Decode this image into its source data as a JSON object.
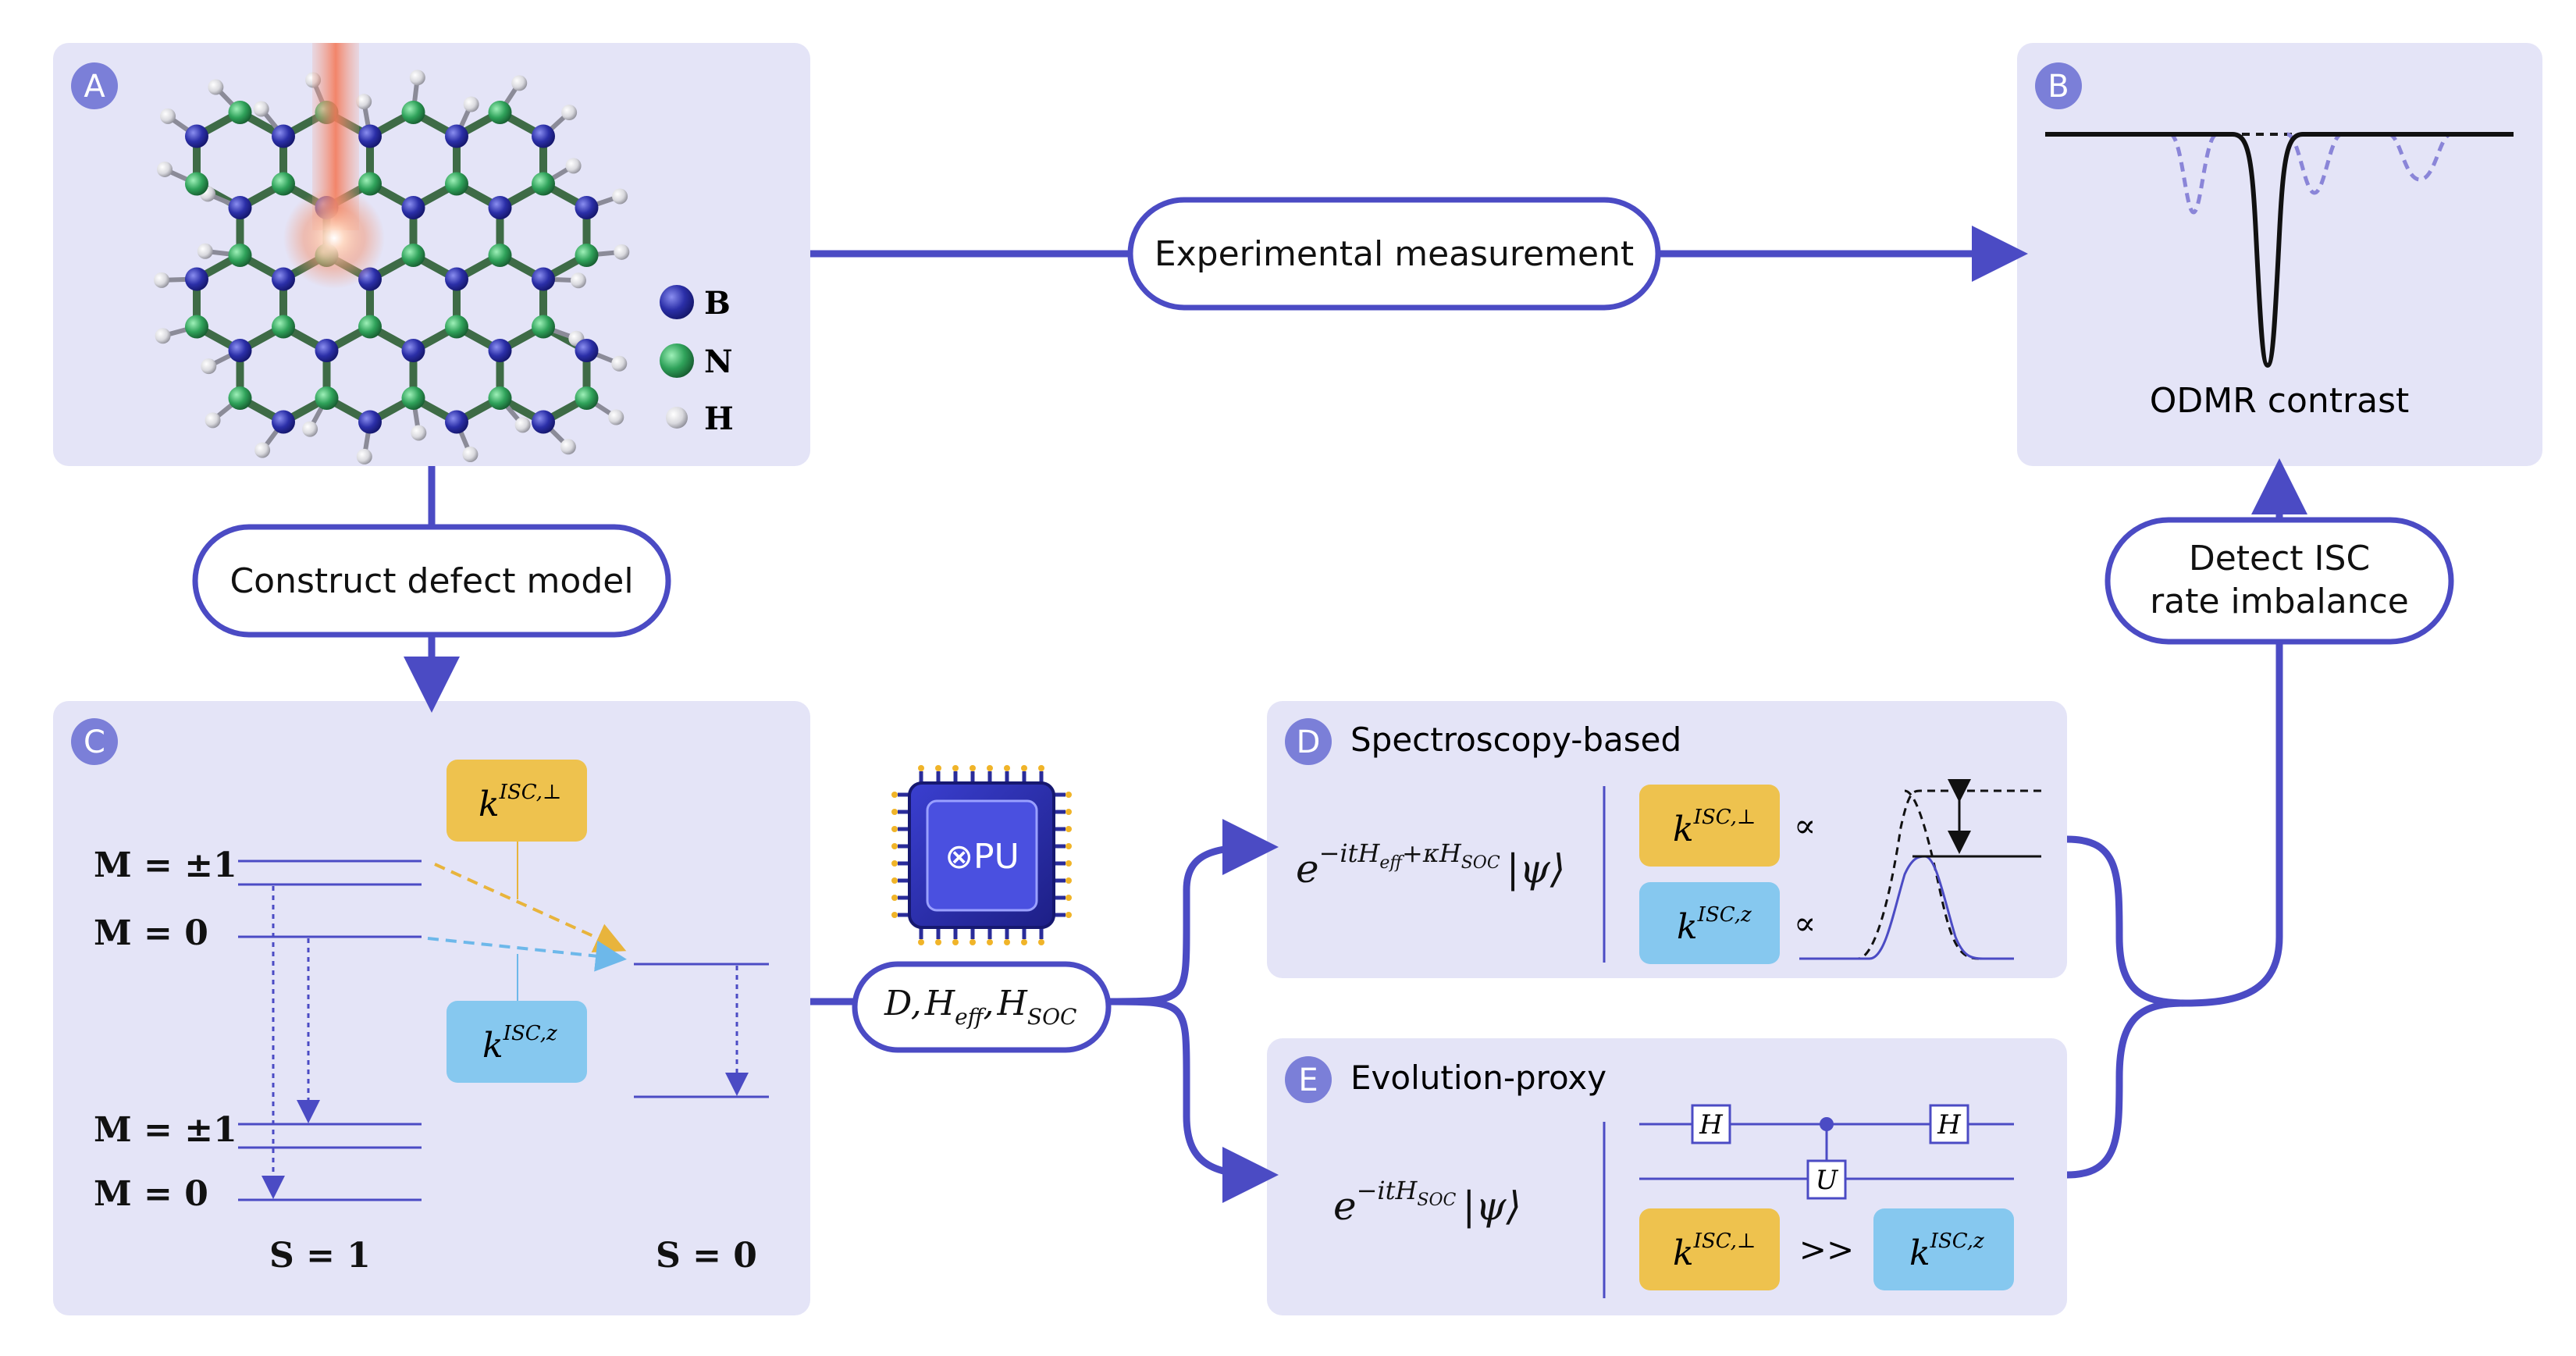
{
  "panels": {
    "a": {
      "badge": "A",
      "legend": [
        {
          "symbol": "B",
          "color": "#2b2fa8"
        },
        {
          "symbol": "N",
          "color": "#2fa25a"
        },
        {
          "symbol": "H",
          "color": "#d9d9de"
        }
      ]
    },
    "b": {
      "badge": "B",
      "caption": "ODMR contrast"
    },
    "c": {
      "badge": "C",
      "left_levels": {
        "top_pm1": "M = ±1",
        "top_0": "M = 0",
        "bot_pm1": "M = ±1",
        "bot_0": "M = 0",
        "spin": "S = 1"
      },
      "right_spin": "S = 0",
      "k_perp": {
        "k": "k",
        "sup": "ISC,⊥"
      },
      "k_z": {
        "k": "k",
        "sup": "ISC,z"
      }
    },
    "d": {
      "badge": "D",
      "title": "Spectroscopy-based",
      "prop": "∝",
      "k_perp": {
        "k": "k",
        "sup": "ISC,⊥"
      },
      "k_z": {
        "k": "k",
        "sup": "ISC,z"
      }
    },
    "e": {
      "badge": "E",
      "title": "Evolution-proxy",
      "gate_h": "H",
      "gate_u": "U",
      "compare": ">>",
      "k_perp": {
        "k": "k",
        "sup": "ISC,⊥"
      },
      "k_z": {
        "k": "k",
        "sup": "ISC,z"
      }
    }
  },
  "pills": {
    "experimental": "Experimental measurement",
    "construct": "Construct defect model",
    "detect_line1": "Detect ISC",
    "detect_line2": "rate imbalance",
    "hamiltonian": {
      "D": "D",
      "sep": ",",
      "H": "H",
      "eff": "eff",
      "soc": "SOC"
    }
  },
  "qpu": {
    "label": "⊗PU"
  },
  "formulas": {
    "spectroscopy": {
      "e": "e",
      "exp_a": "−itH",
      "exp_sub_a": "eff",
      "exp_b": "+κH",
      "exp_sub_b": "SOC",
      "ket": "|ψ⟩"
    },
    "evolution": {
      "e": "e",
      "exp_a": "−itH",
      "exp_sub_a": "SOC",
      "ket": "|ψ⟩"
    }
  },
  "colors": {
    "panel_bg": "#e4e4f7",
    "flow": "#4b4bc4",
    "badge": "#7b7fd8",
    "k_perp_fill": "#eec24e",
    "k_z_fill": "#86c8ef",
    "boron": "#2b2fa8",
    "nitrogen": "#2fa25a",
    "hydrogen": "#d9d9de"
  }
}
